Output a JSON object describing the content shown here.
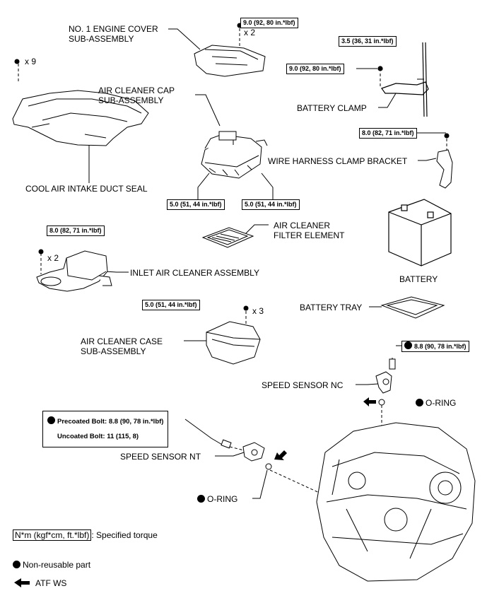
{
  "labels": {
    "engine_cover": "NO. 1 ENGINE COVER\nSUB-ASSEMBLY",
    "air_cleaner_cap": "AIR CLEANER CAP\nSUB-ASSEMBLY",
    "battery_clamp": "BATTERY CLAMP",
    "wire_harness_bracket": "WIRE HARNESS CLAMP BRACKET",
    "cool_air_seal": "COOL AIR INTAKE DUCT SEAL",
    "filter_element": "AIR CLEANER\nFILTER ELEMENT",
    "battery": "BATTERY",
    "inlet_assembly": "INLET AIR CLEANER ASSEMBLY",
    "battery_tray": "BATTERY TRAY",
    "case_assembly": "AIR CLEANER CASE\nSUB-ASSEMBLY",
    "speed_sensor_nc": "SPEED SENSOR NC",
    "o_ring_top": "O-RING",
    "speed_sensor_nt": "SPEED SENSOR NT",
    "o_ring_bottom": "O-RING"
  },
  "torques": {
    "engine_cover": "9.0 (92, 80 in.*lbf)",
    "clamp_upper": "3.5 (36, 31 in.*lbf)",
    "clamp_left": "9.0 (92, 80 in.*lbf)",
    "harness_bracket": "8.0 (82, 71 in.*lbf)",
    "cap_left": "5.0 (51, 44 in.*lbf)",
    "cap_right": "5.0 (51, 44 in.*lbf)",
    "inlet": "8.0 (82, 71 in.*lbf)",
    "case": "5.0 (51, 44 in.*lbf)",
    "sensor_nc": "8.8 (90, 78 in.*lbf)",
    "precoated": "Precoated Bolt: 8.8 (90, 78 in.*lbf)",
    "uncoated": "Uncoated Bolt: 11 (115, 8)"
  },
  "counts": {
    "engine_cover": "x 2",
    "cool_air_seal": "x 9",
    "inlet": "x 2",
    "case": "x 3"
  },
  "legend": {
    "torque_box": "N*m (kgf*cm, ft.*lbf)",
    "torque_text": ": Specified torque",
    "non_reusable": "Non-reusable part",
    "atf": "ATF WS"
  }
}
